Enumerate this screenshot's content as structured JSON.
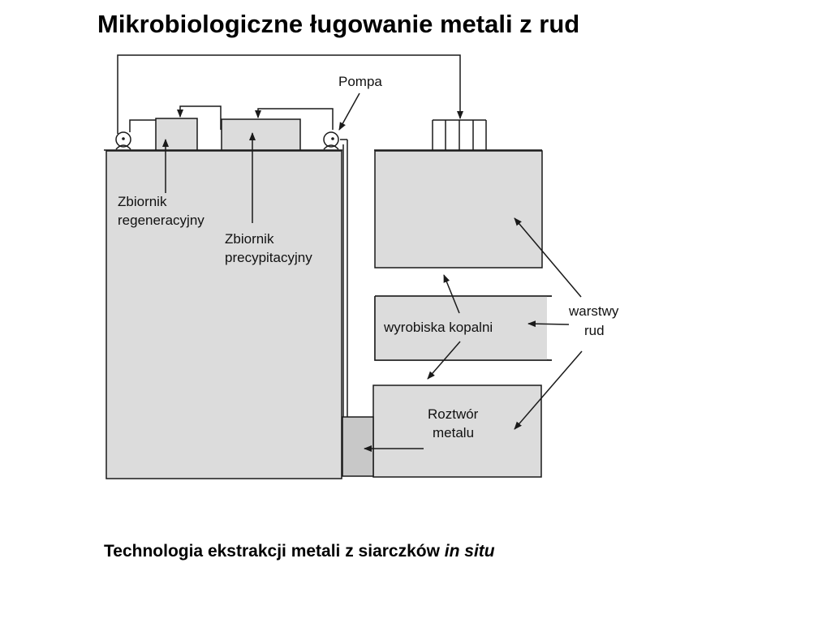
{
  "title": "Mikrobiologiczne ługowanie metali z rud",
  "caption": {
    "main": "Technologia ekstrakcji metali z siarczków ",
    "italic": "in situ"
  },
  "diagram": {
    "labels": {
      "pump": "Pompa",
      "regen_1": "Zbiornik",
      "regen_2": "regeneracyjny",
      "precip_1": "Zbiornik",
      "precip_2": "precypitacyjny",
      "ore_1": "warstwy",
      "ore_2": "rud",
      "mine": "wyrobiska kopalni",
      "solution_1": "Roztwór",
      "solution_2": "metalu"
    },
    "colors": {
      "fill": "#dcdcdc",
      "sump_fill": "#c8c8c8",
      "stroke": "#1a1a1a"
    }
  }
}
